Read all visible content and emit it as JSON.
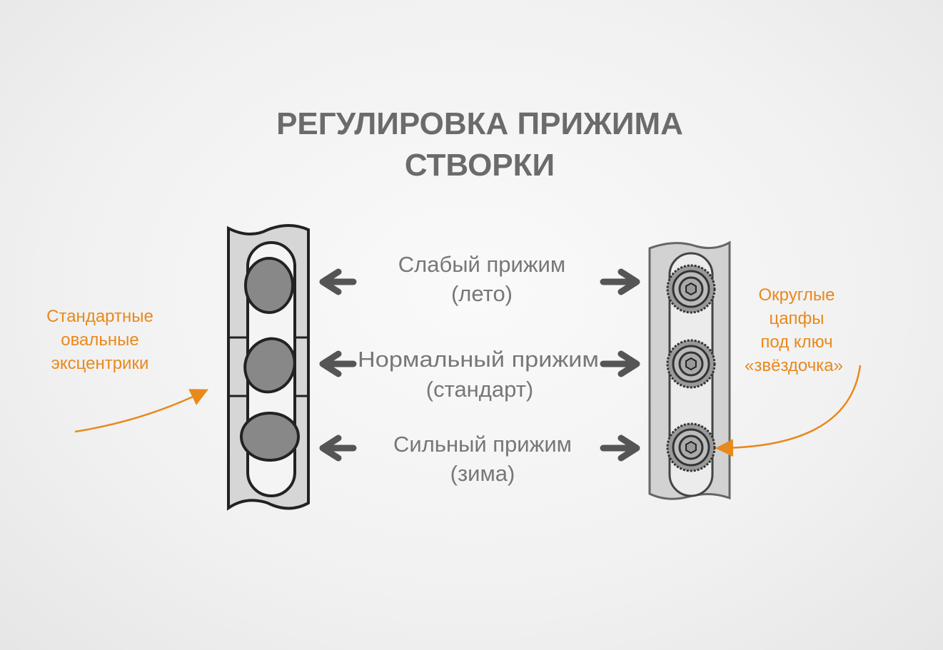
{
  "title": {
    "line1": "РЕГУЛИРОВКА ПРИЖИМА",
    "line2": "СТВОРКИ"
  },
  "levels": [
    {
      "name": "Слабый прижим",
      "season": "(лето)"
    },
    {
      "name": "Нормальный прижим",
      "season": "(стандарт)"
    },
    {
      "name": "Сильный прижим",
      "season": "(зима)"
    }
  ],
  "left_note": {
    "lines": [
      "Стандартные",
      "овальные",
      "эксцентрики"
    ]
  },
  "right_note": {
    "lines": [
      "Округлые",
      "цапфы",
      "под ключ",
      "«звёздочка»"
    ]
  },
  "colors": {
    "accent": "#e8891c",
    "text": "#777777",
    "part": "#cfcfcf",
    "cam": "#8a8a8a"
  }
}
